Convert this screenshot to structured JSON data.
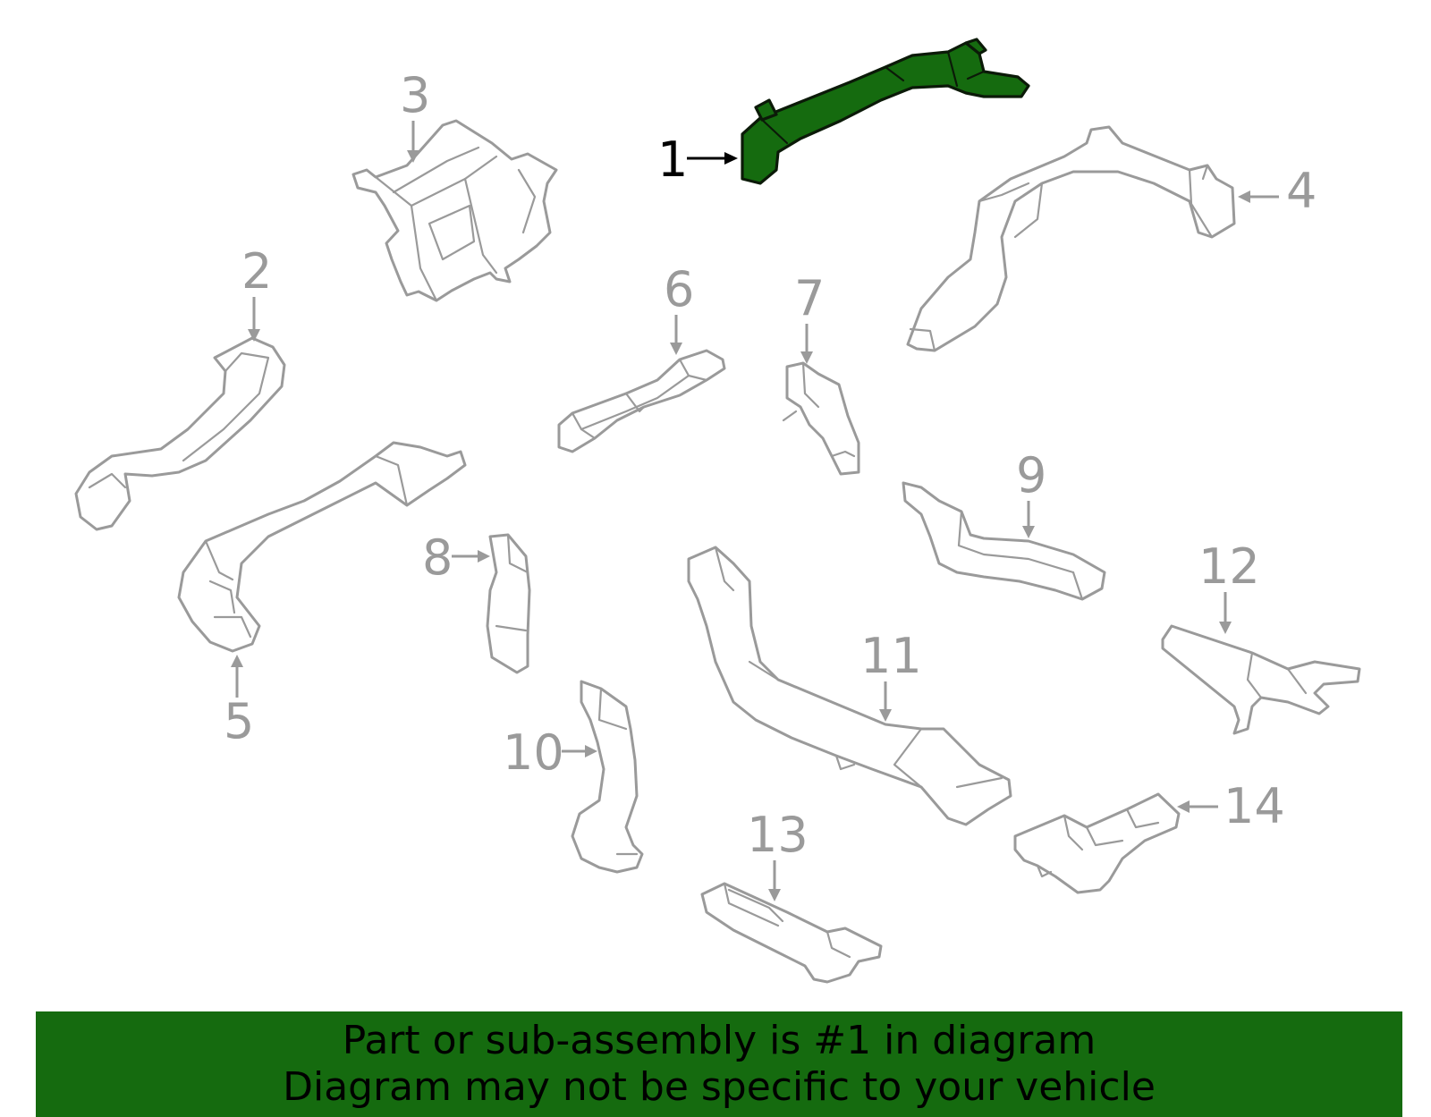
{
  "diagram": {
    "highlight_color": "#156b0f",
    "part_color": "#9a9a9a",
    "highlighted_part": "1",
    "callouts": [
      "1",
      "2",
      "3",
      "4",
      "5",
      "6",
      "7",
      "8",
      "9",
      "10",
      "11",
      "12",
      "13",
      "14"
    ]
  },
  "banner": {
    "background": "#156b0f",
    "line1": "Part or sub-assembly is #1 in diagram",
    "line2": "Diagram may not be specific to your vehicle"
  }
}
